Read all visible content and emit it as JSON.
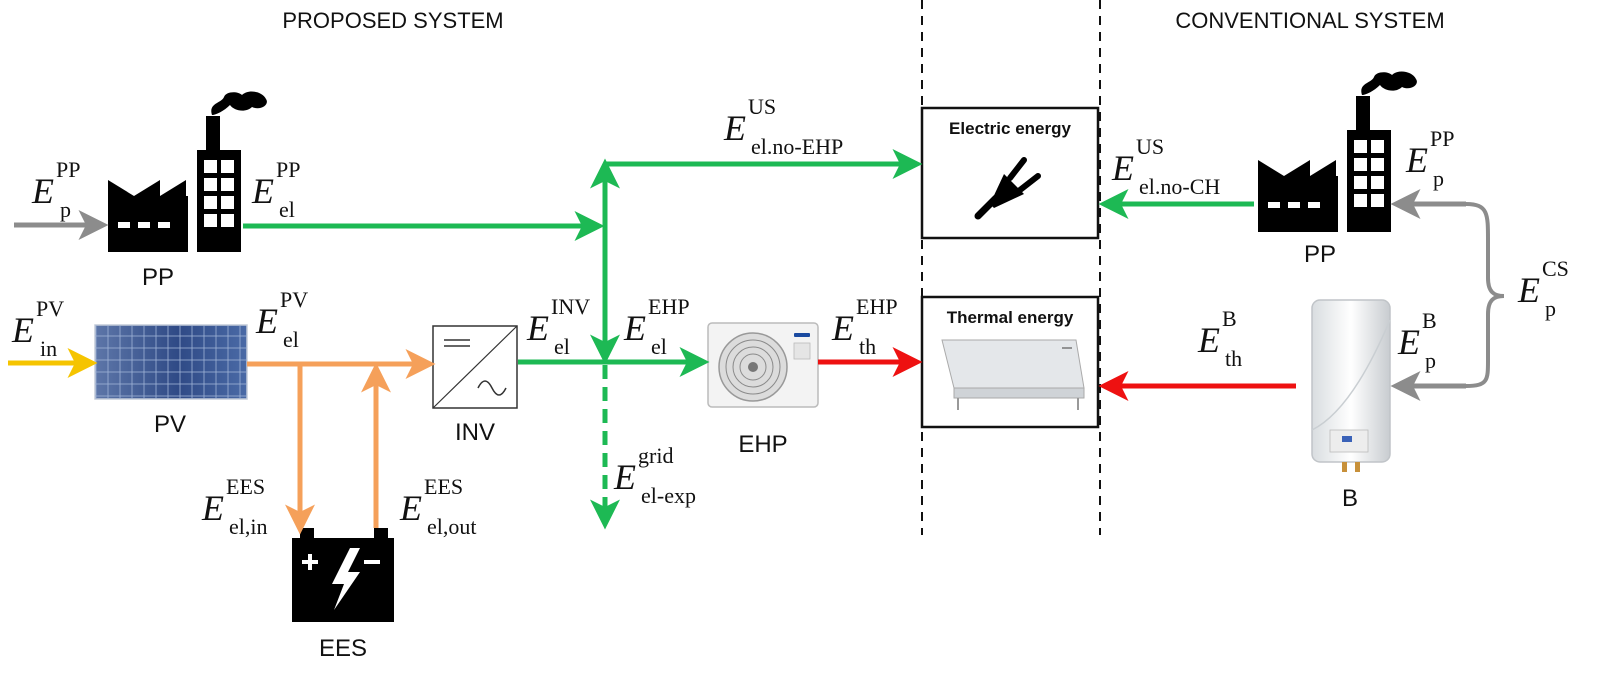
{
  "sections": {
    "proposed": "PROPOSED SYSTEM",
    "conventional": "CONVENTIONAL SYSTEM"
  },
  "components": {
    "pp_left": "PP",
    "pv": "PV",
    "inv": "INV",
    "ehp": "EHP",
    "ees": "EES",
    "pp_right": "PP",
    "boiler": "B"
  },
  "boxes": {
    "electric": "Electric energy",
    "thermal": "Thermal energy"
  },
  "flows": {
    "ep_pp_left": {
      "main": "E",
      "sup": "PP",
      "sub": "p"
    },
    "eel_pp": {
      "main": "E",
      "sup": "PP",
      "sub": "el"
    },
    "ein_pv": {
      "main": "E",
      "sup": "PV",
      "sub": "in"
    },
    "eel_pv": {
      "main": "E",
      "sup": "PV",
      "sub": "el"
    },
    "eel_inv": {
      "main": "E",
      "sup": "INV",
      "sub": "el"
    },
    "eel_ehp": {
      "main": "E",
      "sup": "EHP",
      "sub": "el"
    },
    "eth_ehp": {
      "main": "E",
      "sup": "EHP",
      "sub": "th"
    },
    "eel_us_noehp": {
      "main": "E",
      "sup": "US",
      "sub": "el.no-EHP"
    },
    "grid_exp": {
      "main": "E",
      "sup": "grid",
      "sub": "el-exp"
    },
    "ees_in": {
      "main": "E",
      "sup": "EES",
      "sub": "el,in"
    },
    "ees_out": {
      "main": "E",
      "sup": "EES",
      "sub": "el,out"
    },
    "eel_us_noch": {
      "main": "E",
      "sup": "US",
      "sub": "el.no-CH"
    },
    "ep_pp_right": {
      "main": "E",
      "sup": "PP",
      "sub": "p"
    },
    "eth_b": {
      "main": "E",
      "sup": "B",
      "sub": "th"
    },
    "ep_b": {
      "main": "E",
      "sup": "B",
      "sub": "p"
    },
    "ep_cs": {
      "main": "E",
      "sup": "CS",
      "sub": "p"
    }
  },
  "colors": {
    "electric_flow": "#1db954",
    "pv_flow": "#f5a05a",
    "solar_input": "#f5c400",
    "thermal_flow": "#ee1111",
    "primary_energy": "#8c8c8c"
  },
  "icons": [
    "factory-icon",
    "solar-panel-icon",
    "inverter-icon",
    "heat-pump-icon",
    "battery-icon",
    "plug-icon",
    "fan-coil-icon",
    "boiler-icon"
  ]
}
